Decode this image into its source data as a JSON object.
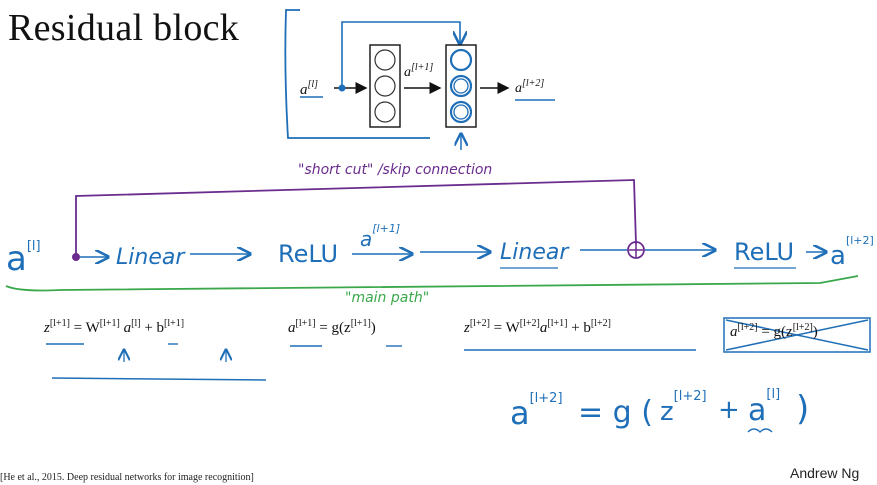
{
  "title": "Residual block",
  "top_diagram": {
    "input_label": "a",
    "input_sup": "[l]",
    "mid_label": "a",
    "mid_sup": "[l+1]",
    "output_label": "a",
    "output_sup": "[l+2]",
    "shortcut_caption": "\"short cut\" /skip connection"
  },
  "main_path": {
    "input": "a",
    "input_sup": "[l]",
    "step1": "Linear",
    "step2": "ReLU",
    "mid_activation": "a",
    "mid_sup": "[l+1]",
    "step3": "Linear",
    "step4": "ReLU",
    "output": "a",
    "output_sup": "[l+2]",
    "caption": "\"main path\""
  },
  "equations": {
    "eq1": {
      "lhs": "z",
      "lhs_sup": "[l+1]",
      "rhs": "= W",
      "w_sup": "[l+1]",
      "a": " a",
      "a_sup": "[l]",
      "plus": " + b",
      "b_sup": "[l+1]"
    },
    "eq2": {
      "lhs": "a",
      "lhs_sup": "[l+1]",
      "rhs": " = g(z",
      "z_sup": "[l+1]",
      "close": ")"
    },
    "eq3": {
      "lhs": "z",
      "lhs_sup": "[l+2]",
      "rhs": " = W",
      "w_sup": "[l+2]",
      "a": "a",
      "a_sup": "[l+1]",
      "plus": " + b",
      "b_sup": "[l+2]"
    },
    "eq4": {
      "lhs": "a",
      "lhs_sup": "[l+2]",
      "rhs": " = g(z",
      "z_sup": "[l+2]",
      "close": ")"
    }
  },
  "handwritten_result": {
    "lhs": "a",
    "lhs_sup": "[l+2]",
    "eq": "= g (",
    "z": "z",
    "z_sup": "[l+2]",
    "plus": "+",
    "a": "a",
    "a_sup": "[l]",
    "close": ")"
  },
  "citation": "[He et al., 2015. Deep residual networks for image recognition]",
  "author": "Andrew Ng",
  "colors": {
    "ink_blue": "#1f6fb8",
    "ink_purple": "#6a2c8e",
    "ink_green": "#3aa84a",
    "text_dark": "#111111"
  }
}
